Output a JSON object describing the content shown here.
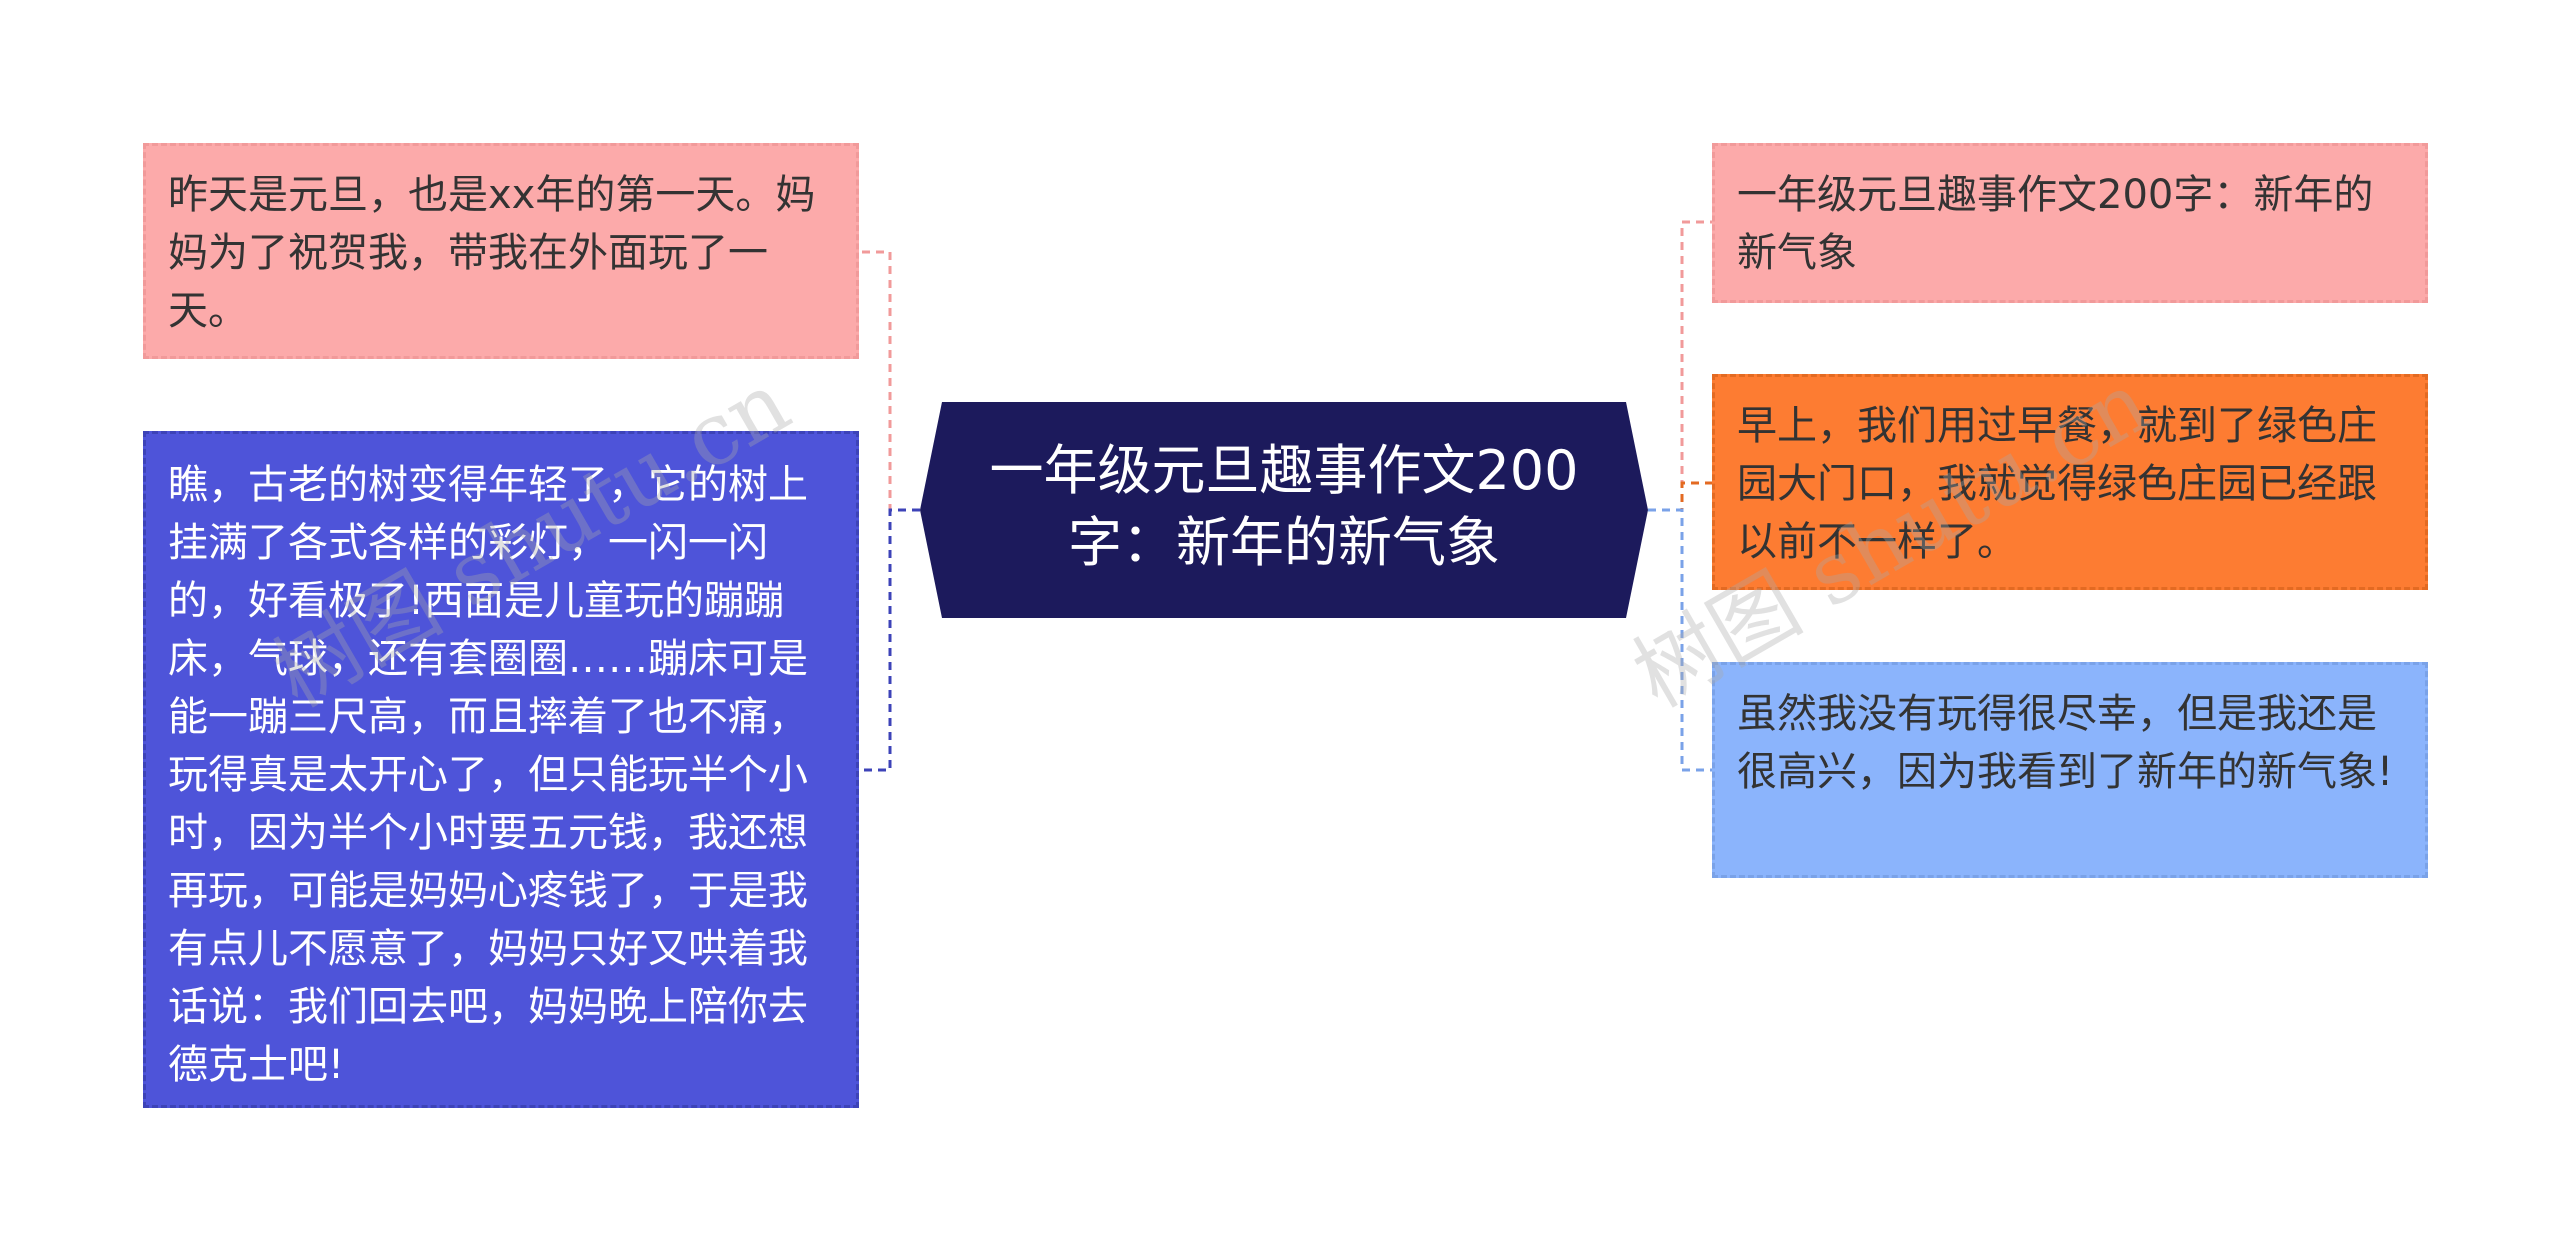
{
  "center": {
    "title": "一年级元旦趣事作文200字：新年的新气象"
  },
  "left_nodes": [
    {
      "text": "昨天是元旦，也是xx年的第一天。妈妈为了祝贺我，带我在外面玩了一天。"
    },
    {
      "text": "瞧，古老的树变得年轻了，它的树上挂满了各式各样的彩灯，一闪一闪的，好看极了!西面是儿童玩的蹦蹦床，气球，还有套圈圈……蹦床可是能一蹦三尺高，而且摔着了也不痛，玩得真是太开心了，但只能玩半个小时，因为半个小时要五元钱，我还想再玩，可能是妈妈心疼钱了，于是我有点儿不愿意了，妈妈只好又哄着我话说：我们回去吧，妈妈晚上陪你去德克士吧!"
    }
  ],
  "right_nodes": [
    {
      "text": "一年级元旦趣事作文200字：新年的新气象"
    },
    {
      "text": "早上，我们用过早餐，就到了绿色庄园大门口，我就觉得绿色庄园已经跟以前不一样了。"
    },
    {
      "text": "虽然我没有玩得很尽幸，但是我还是很高兴，因为我看到了新年的新气象!"
    }
  ],
  "watermarks": [
    "树图 shutu.cn",
    "树图 shutu.cn"
  ],
  "colors": {
    "center_bg": "#1c1a5c",
    "pink": "#fcaaaa",
    "indigo": "#4e54d9",
    "orange": "#fd7c32",
    "light_blue": "#8bb4fc"
  }
}
